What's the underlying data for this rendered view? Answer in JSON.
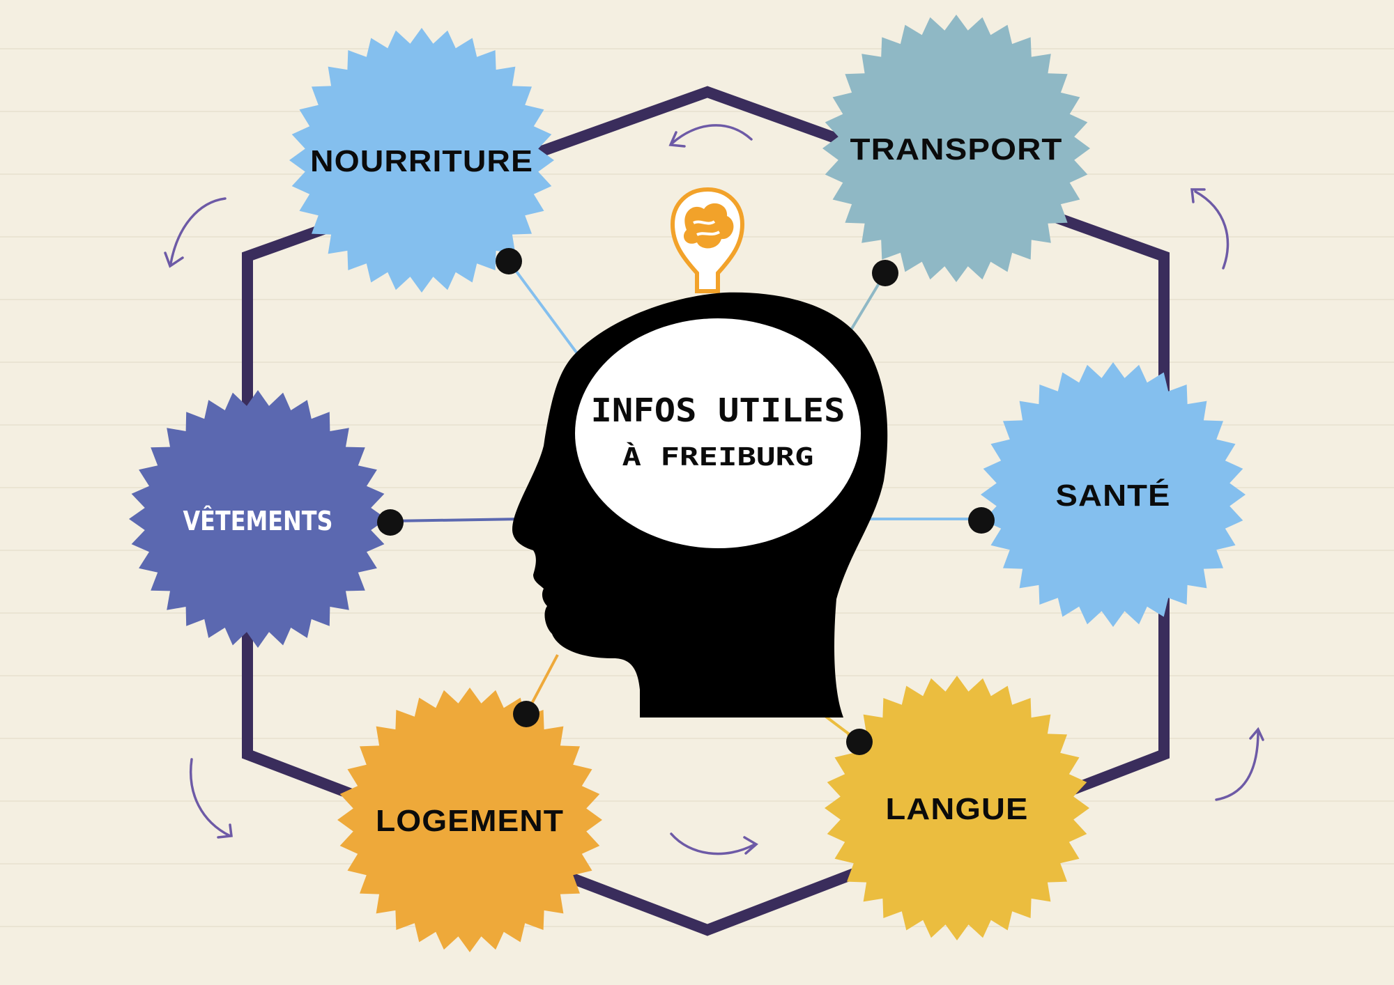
{
  "center": {
    "title_line1": "INFOS UTILES",
    "title_line2": "À FREIBURG",
    "bulb_color": "#f2a22a",
    "head_color": "#000000"
  },
  "colors": {
    "background": "#f4efe1",
    "hexagon": "#3a2d5c",
    "arrows": "#6d5aa6"
  },
  "topics": [
    {
      "key": "nourriture",
      "label": "NOURRITURE",
      "color": "#84bfee",
      "connector_color": "#84bfee",
      "text_color": "#0b0b0b"
    },
    {
      "key": "transport",
      "label": "TRANSPORT",
      "color": "#8fb8c5",
      "connector_color": "#8fb8c5",
      "text_color": "#0b0b0b"
    },
    {
      "key": "sante",
      "label": "SANTÉ",
      "color": "#84bfee",
      "connector_color": "#84bfee",
      "text_color": "#0b0b0b"
    },
    {
      "key": "langue",
      "label": "LANGUE",
      "color": "#ebbd3f",
      "connector_color": "#ebbd3f",
      "text_color": "#0b0b0b"
    },
    {
      "key": "logement",
      "label": "LOGEMENT",
      "color": "#eea93a",
      "connector_color": "#eea93a",
      "text_color": "#0b0b0b"
    },
    {
      "key": "vetements",
      "label": "VÊTEMENTS",
      "color": "#5b68b0",
      "connector_color": "#5b68b0",
      "text_color": "#ffffff"
    }
  ]
}
